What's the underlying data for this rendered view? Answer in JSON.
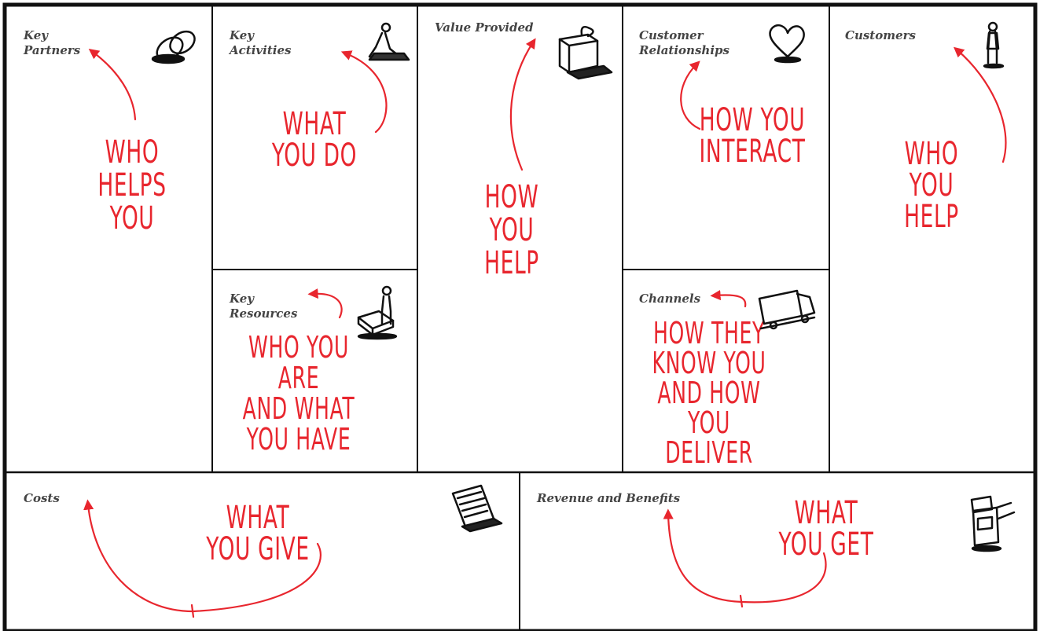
{
  "canvas": {
    "blocks": {
      "key_partners": {
        "title": "Key\nPartners",
        "note": "WHO\nHELPS\nYOU"
      },
      "key_activities": {
        "title": "Key\nActivities",
        "note": "WHAT\nYOU DO"
      },
      "key_resources": {
        "title": "Key\nResources",
        "note": "WHO YOU ARE\nAND WHAT\nYOU HAVE"
      },
      "value_provided": {
        "title": "Value Provided",
        "note": "HOW YOU\nHELP"
      },
      "customer_relationships": {
        "title": "Customer\nRelationships",
        "note": "HOW YOU\nINTERACT"
      },
      "channels": {
        "title": "Channels",
        "note": "HOW THEY\nKNOW YOU\nAND HOW YOU\nDELIVER"
      },
      "customers": {
        "title": "Customers",
        "note": "WHO YOU\nHELP"
      },
      "costs": {
        "title": "Costs",
        "note": "WHAT\nYOU GIVE"
      },
      "revenue": {
        "title": "Revenue and Benefits",
        "note": "WHAT\nYOU GET"
      }
    }
  },
  "icons": {
    "key_partners": "rings-icon",
    "key_activities": "person-working-icon",
    "key_resources": "person-with-machine-icon",
    "value_provided": "gift-box-icon",
    "customer_relationships": "heart-icon",
    "channels": "delivery-truck-icon",
    "customers": "person-icon",
    "costs": "receipt-icon",
    "revenue": "cash-register-icon"
  },
  "colors": {
    "border": "#111111",
    "annotation": "#e8262e",
    "title": "#444444"
  }
}
